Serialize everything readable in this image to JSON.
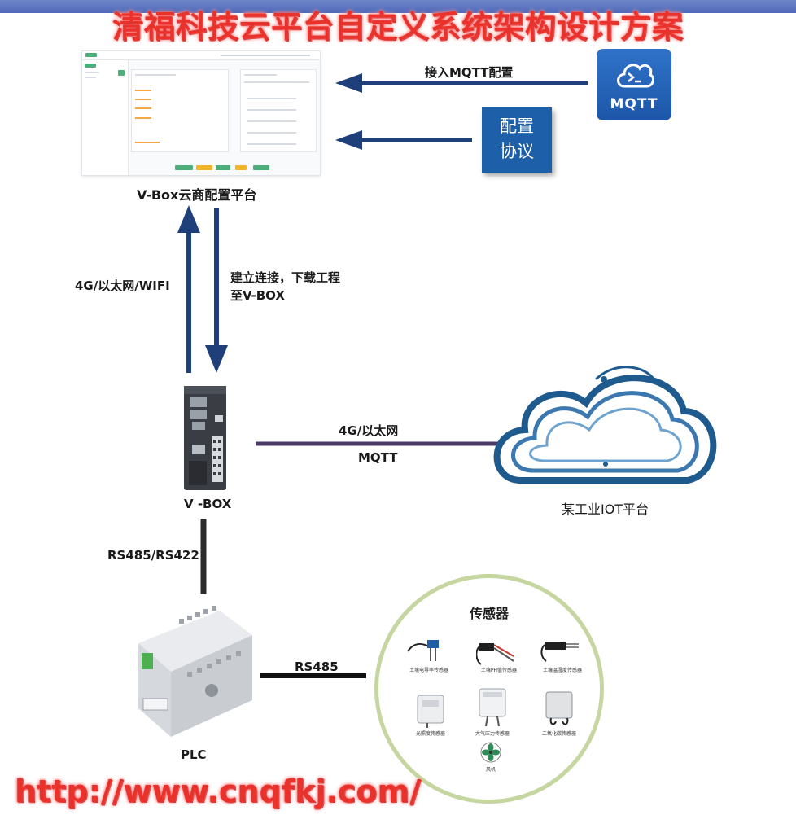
{
  "title": "清福科技云平台自定义系统架构设计方案",
  "footer_url": "http://www.cnqfkj.com/",
  "platform": {
    "label": "V-Box云商配置平台"
  },
  "mqtt_icon": {
    "text": "MQTT",
    "icon": "terminal-prompt-cloud-icon"
  },
  "arrows": {
    "mqtt_config": "接入MQTT配置",
    "protocol_box": [
      "配置",
      "协议"
    ],
    "uplink": "4G/以太网/WIFI",
    "downlink_line1": "建立连接，下载工程",
    "downlink_line2": "至V-BOX",
    "cloud_link_top": "4G/以太网",
    "cloud_link_bottom": "MQTT",
    "plc_link": "RS485/RS422",
    "sensor_link": "RS485"
  },
  "devices": {
    "vbox": "V -BOX",
    "plc": "PLC",
    "iot_cloud": "某工业IOT平台"
  },
  "sensors": {
    "title": "传感器",
    "items": [
      "土壤电导率传感器",
      "土壤PH值传感器",
      "土壤温湿度传感器",
      "光照度传感器",
      "大气压力传感器",
      "二氧化碳传感器",
      "风机"
    ]
  },
  "colors": {
    "title_red": "#e8322b",
    "arrow_blue": "#1f3f7a",
    "link_purple": "#4a3a66",
    "mqtt_blue": "#2a68bf",
    "protocol_blue": "#1d5fa8",
    "sensor_ring": "#c5d6a0"
  }
}
